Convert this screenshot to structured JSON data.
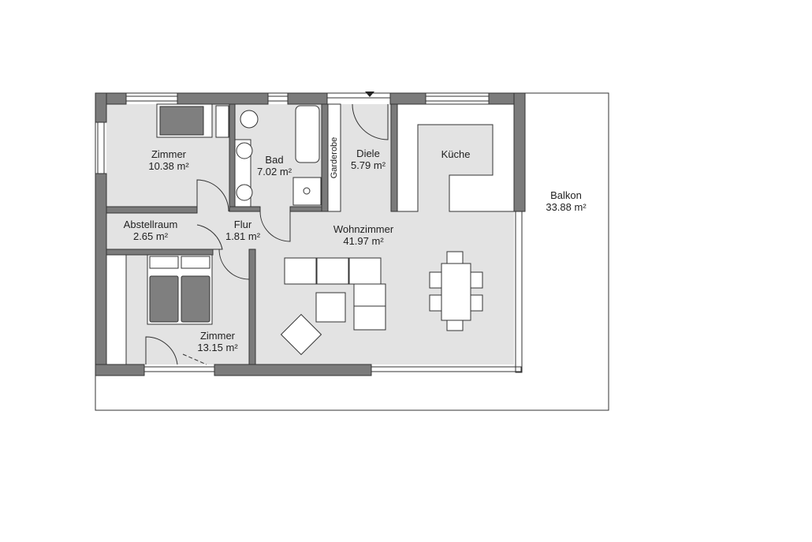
{
  "rooms": [
    {
      "name": "Zimmer",
      "area": "10.38 m²"
    },
    {
      "name": "Bad",
      "area": "7.02 m²"
    },
    {
      "name": "Diele",
      "area": "5.79 m²"
    },
    {
      "name": "Küche",
      "area": ""
    },
    {
      "name": "Balkon",
      "area": "33.88 m²"
    },
    {
      "name": "Abstellraum",
      "area": "2.65 m²"
    },
    {
      "name": "Flur",
      "area": "1.81 m²"
    },
    {
      "name": "Wohnzimmer",
      "area": "41.97 m²"
    },
    {
      "name": "Zimmer",
      "area": "13.15 m²"
    }
  ],
  "garderobe": "Garderobe",
  "colors": {
    "wall": "#7b7b7b",
    "floor": "#e3e3e3"
  }
}
